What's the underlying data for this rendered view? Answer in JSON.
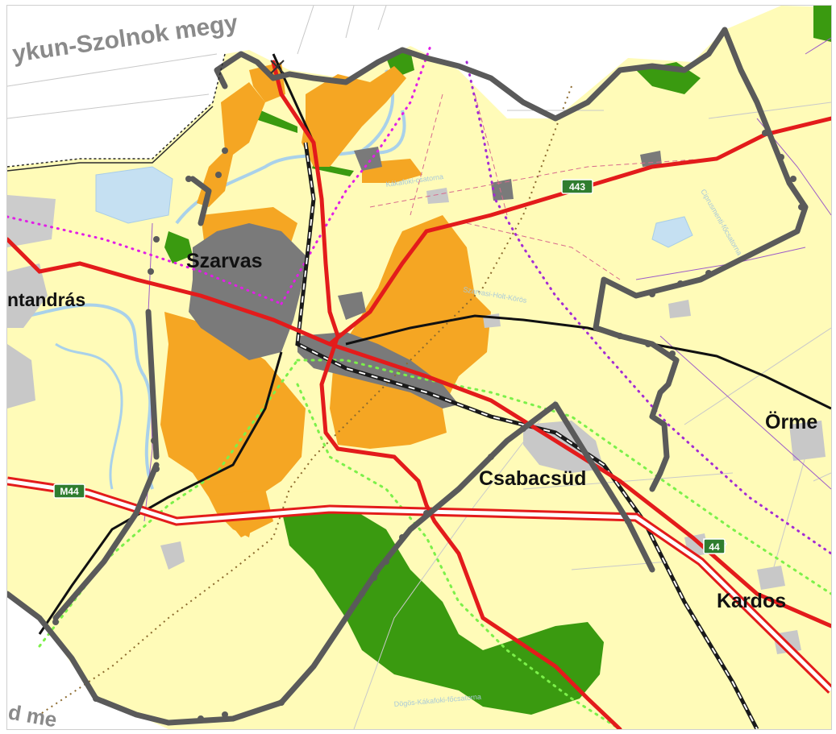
{
  "map": {
    "county_labels": {
      "top": "ykun-Szolnok megy",
      "bottom_left": "d me"
    },
    "settlements": {
      "szarvas": "Szarvas",
      "kunszentandras": "ntandrás",
      "csabacsud": "Csabacsüd",
      "ormenykut": "Örme",
      "kardos": "Kardos"
    },
    "road_shields": {
      "m44": "M44",
      "r44": "44",
      "r443": "443"
    },
    "minor_labels": {
      "canal_1": "Szarvasi-Holt-Körös",
      "canal_2": "Kákafoki-csatorna",
      "canal_3": "Ciprusmenti-főcsatorna",
      "canal_4": "Dögös-Kákafoki-főcsatorna"
    },
    "colors": {
      "background": "#fffbb8",
      "outside": "#ffffff",
      "urban": "#7a7a7a",
      "development": "#f5a623",
      "forest": "#3a9a10",
      "water": "#c5e0f2",
      "main_road": "#e31b1b",
      "county_border": "#5a5a5a",
      "eco_corridor": "#7cf04a",
      "pipeline_magenta": "#e11ee6",
      "pipeline_purple": "#a32bd4"
    }
  }
}
